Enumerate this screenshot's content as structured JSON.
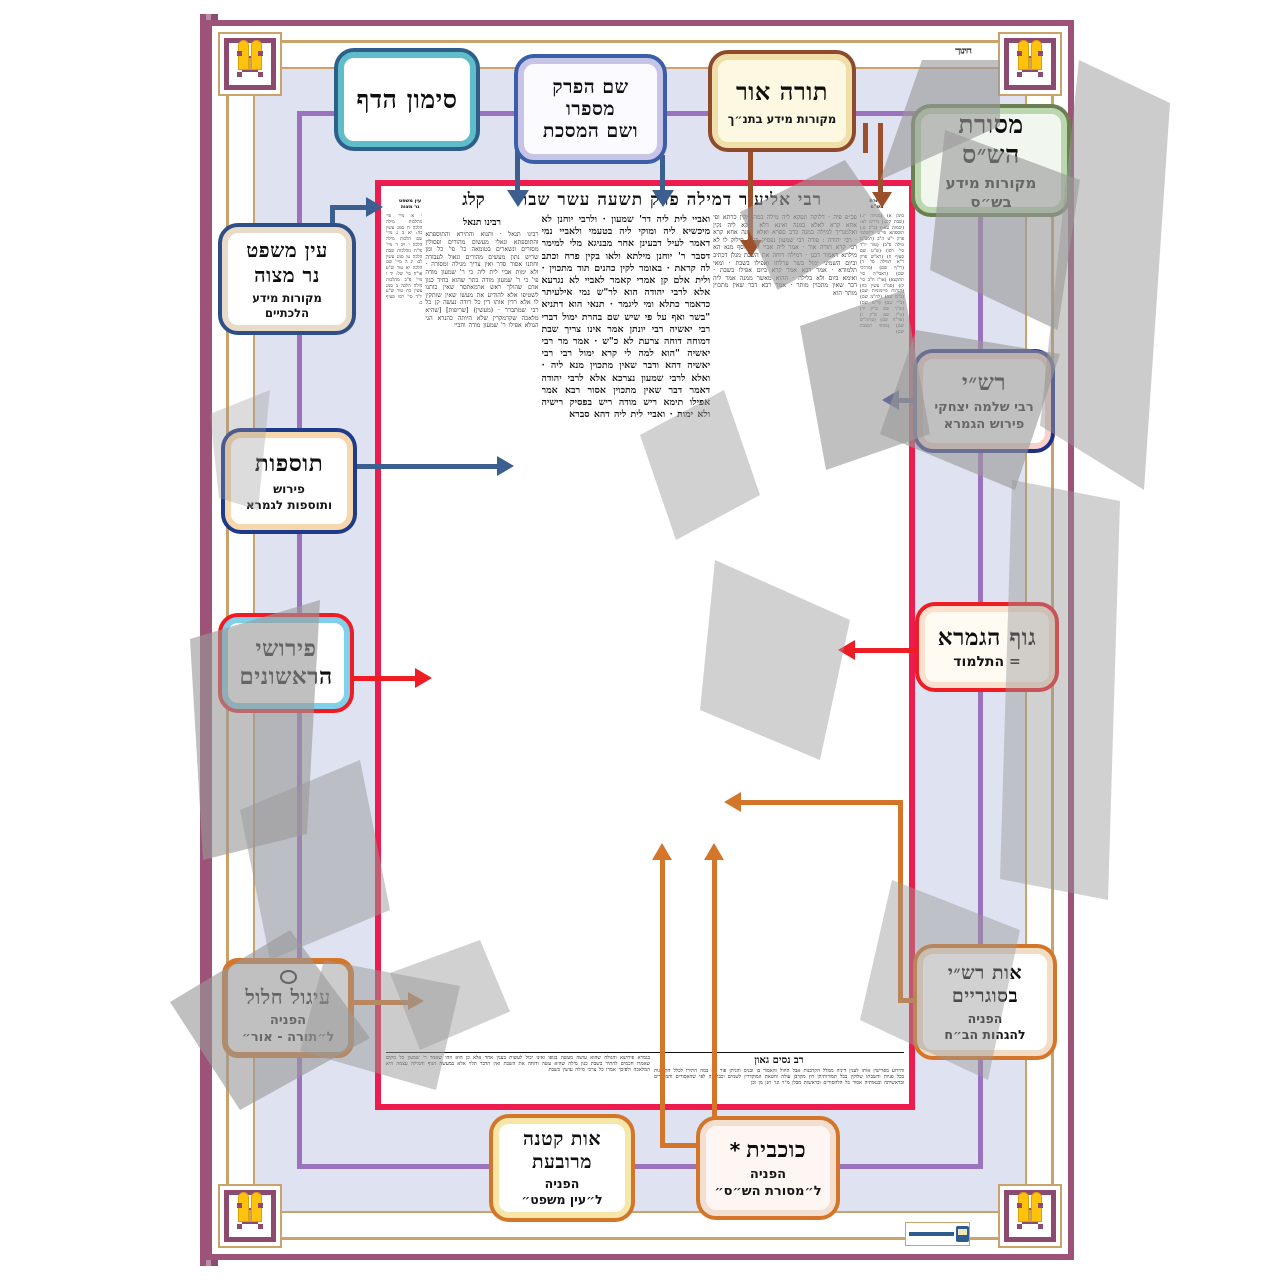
{
  "poster": {
    "title_top_watermark": "חינוך",
    "daf": {
      "masechet_line": "רבי אליעזר דמילה פרק תשעה עשר שבת",
      "folio": "קלג",
      "side_label_right": "מסורת\nהש\"ס",
      "side_label_left": "עין משפט\nנר מצוה",
      "footer_heading": "רב נסים גאון"
    }
  },
  "callouts": [
    {
      "id": "siman-hadaf",
      "title": "סימון הדף",
      "subtitle": "",
      "border": "#2e5f8a",
      "accent": "#5fbdc9",
      "fill": "#ffffff"
    },
    {
      "id": "shem-haperek",
      "title": "שם הפרק",
      "line2": "מספרו",
      "line3": "ושם המסכת",
      "border": "#3a5ea8",
      "accent": "#c8c4e8",
      "fill": "#fbfaff"
    },
    {
      "id": "torah-or",
      "title": "תורה אור",
      "subtitle": "מקורות מידע בתנ״ך",
      "border": "#8d4a2c",
      "accent": "#f0dfa8",
      "fill": "#fdf8e2"
    },
    {
      "id": "masoret-hashas",
      "title": "מסורת הש״ס",
      "subtitle": "מקורות מידע\nבש״ס",
      "border": "#6b7f52",
      "accent": "#bcd7b0",
      "fill": "#f1f7ee"
    },
    {
      "id": "ein-mishpat",
      "title": "עין משפט",
      "line2": "נר מצוה",
      "subtitle": "מקורות מידע\nהלכתיים",
      "border": "#2f4d86",
      "accent": "#e8dcc8",
      "fill": "#ffffff"
    },
    {
      "id": "tosafot",
      "title": "תוספות",
      "subtitle": "פירוש\nותוספות לגמרא",
      "border": "#1e3a8a",
      "accent": "#f7d7ad",
      "fill": "#ffffff"
    },
    {
      "id": "perushei-rishonim",
      "title": "פירושי",
      "line2": "הראשונים",
      "subtitle": "",
      "border": "#ee1c25",
      "accent": "#7fd0ea",
      "fill": "#ffffff"
    },
    {
      "id": "igul-chalul",
      "title": "עיגול חלול",
      "subtitle": "הפניה\nל״תורה - אור״",
      "border": "#d4762a",
      "accent": "#e8e8e8",
      "fill": "#ffffff",
      "glyph": "circle-outline"
    },
    {
      "id": "rashi",
      "title": "רש״י",
      "subtitle": "רבי שלמה יצחקי\nפירוש הגמרא",
      "border": "#1e2f8a",
      "accent": "#f7d2cb",
      "fill": "#ffffff"
    },
    {
      "id": "guf-hagemara",
      "title": "גוף הגמרא",
      "subtitle": "= התלמוד",
      "border": "#ee1c25",
      "accent": "#fbe0cd",
      "fill": "#fffaf2"
    },
    {
      "id": "ot-rashi-sograyim",
      "title": "אות רש״י",
      "line2": "בסוגריים",
      "subtitle": "הפניה\nלהגהות הב״ח",
      "border": "#d4762a",
      "accent": "#f3dcc4",
      "fill": "#ffffff"
    },
    {
      "id": "ot-ktana-meruba",
      "title": "אות קטנה",
      "line2": "מרובעת",
      "subtitle": "הפניה\nל״עין משפט״",
      "border": "#d4762a",
      "accent": "#f6e7a8",
      "fill": "#ffffff"
    },
    {
      "id": "kochavit",
      "title": "כוכבית",
      "subtitle": "הפניה\nל״מסורת הש״ס״",
      "border": "#d4762a",
      "accent": "#f4ded0",
      "fill": "#fdf6f2",
      "glyph": "asterisk"
    }
  ],
  "colors": {
    "arrow_blue": "#3d5f8f",
    "arrow_brown": "#9b4f2a",
    "arrow_orange": "#e2803a",
    "daf_border": "#ec1d4e",
    "frame_mauve": "#8c4b6e",
    "frame_gold": "#c9a36a",
    "frame_purple": "#9b72bd",
    "bg_lavender": "#dfe2f0"
  },
  "daf_text": {
    "masoret_col": "סימן א) (מגילה יז.) (שבת קלג:) נדרים לא: (יבמות עא:) (ב\"ק פ.) תוספתא פי\"ט ירושלמי פרק י\"ט ה\"ב (רמב\"ם מילה פ\"ב) (טור יו\"ד סי' רסו) (ש\"ע שם סעיף ח) (רא\"ש פרק ר\"א דמילה סי' ד) (רי\"ף שם) (מרדכי שם) (ראבי\"ה סי' תתקצא) (או\"ז ח\"ב סי' קז) (סמ\"ג עשין כח) (הגהות מיימוניות שם) (כ\"מ שם) (לח\"מ שם) (ב\"י שם) (ד\"מ שם) (ש\"ך שם ס\"ק יד) (ט\"ז שם ס\"ק ו) (פר\"ח שם) (ערוה\"ש שם) (פתחי תשובה שם)",
    "ein_col": "י א מיי' פי' מהלכות מילה הלכה ח סמג עשין כח: יא ב ג מיי' שם הלכות מילה הלכה י ויב ד מיי' פי\"ח מהלכות שבת הלכה טו סמג עשין לב: יג ה מיי' שם הלכה יא טור ש\"ע או\"ח סי' של: יד ו מיי' פ\"ב מהלכות מילה הלכה ב סמג עשין כח טור ש\"ע יו\"ד סי' רסו סעיף ב:",
    "rashi_col": "פכ״פ פיה · דלוקה ונפקא ליה מילה במה מקין כרתא ופי אחא קרא לאלא במנה ואינא דלא נפקא ליה נקין ואלמנריך למילה במנה כרב ספרא ואלא במנה אחא קרא · רבי יהודה : פודה רבי שמעון נפסיק פו' · סילוק לו לא רבי קרא תורה אור · אמר ליה אביי לרב יוסף מנא הא מילתא דאמור רבנן · דמילה דוחה את השבת מנלן דכתיב וביום השמיני ימול בשר ערלתו ואפילו בשבת · ומאי תלמודא · אמר רבא אמר קרא ביום אפילו בשבת · ואימא ביום ולא בלילה · ההוא מאשר ממנה אמר ליה דבר שאין מתכוין מותר · אמר רבא דבר שאין מתכוין מותר הוא",
    "gemara_col": "ואביי לית ליה דר' שמעון · ולרבי יוחנן לא מיכשיא ליה ומוקי ליה בטעמי ולאביי נמי דאמר לעיל דבעינן אחר מבניגא מלי למימר דסבר ר' יוחנן מילתא ולאו בקין פרח וכתב לה קראת · באומר לקין כהנים תוד מתכוין · ולית אלם קן אמרי קאמר לאביי לא נגרעא אלא לרבי יהודה הוא לר\"ש נמי אילעיתר כדאמר כתלא ומי ליגמר · תנאי הוא דתניא \"בשר ואף על פי שיש שם בהרת ימול דברי רבי יאשיה רבי יונתן אמר אינו צריך שבת דמוחה דוחה צרעת לא כ\"ש · אמר מר רבי יאשיה \"הוא למה לי קרא ימול רבי רבי יאשיה דהא ודבר שאין מתכוין מנא ליה · ואלא לרבי שמעון נצרכא אלא לרבי יהודה דאמר דבר שאין מתכוין אסור רבא אמר אפילו תימא ריש מודה ריש בפסיק רישיה ולא ימות · ואביי לית ליה דהא סברא",
    "tosafot_col": "רבינו תנאל · ותנוא והתירא והתוספתא והתוספתא וגאלי מעשים מהורים ופסולין מסורים ונשארים בטומאה כו' פי' כל ומן שריש נתון מעשים מהורים וגאול לעבודה וחתנו אסור סדר ואין צריך מגילה ומסורה · ולא ימות אביי לית ליה כי ר' שמעון מודה פי' כי ר' שמעון מודה בתר שהוא בחיד כגון אדם שהולך ראש ארמאתסר שאין כותנו לשטיפו אלא להודיע את מעשו שאין שותקין לו אלא רדין אותו דין כל רודה נעשה קן כל רבי שמתברר · (מעשין) [שריפות] [שהיא מלאכה שקרמקרין שלא היותה כהנרא הגי הגולא אפילו ר' שמעון מודה וחביי",
    "footer_left": "בגמרא פירושא והגולה שהוא עושה מעשה בגופו ואינו יכול לעשות בענין אחר אלא כן הוא וזהו שאמר ר' שמעון כל מקום שאמרו חכמים להתיר בשבת כגון מילה שהיא עשה ודוחה את השבת ואין הדבר תלוי אלא במעשה הגוף והמילה עצמה היא המלאכה ולפיכך אמרו כל צרכי מילה עושין בשבת",
    "footer_right": "והידוע מפרישין אותו לענין דיניה ממלל הקרבנות אבל החול והאסור בו ובניס והניתן פור לא במה התירו לכלל הקרבנות בכל פניות והשבתו שלוקין בכל תמורותיהן חץ מקרבן עולה וחטאת המוקדרין לשמים וכבר זה לפי שהאסורים והמותרים ובראשיתה ובנאותיה אסור כל הלהסורים ובראשות מבלן מ\"ר וגו' חנן מן ובן"
  }
}
